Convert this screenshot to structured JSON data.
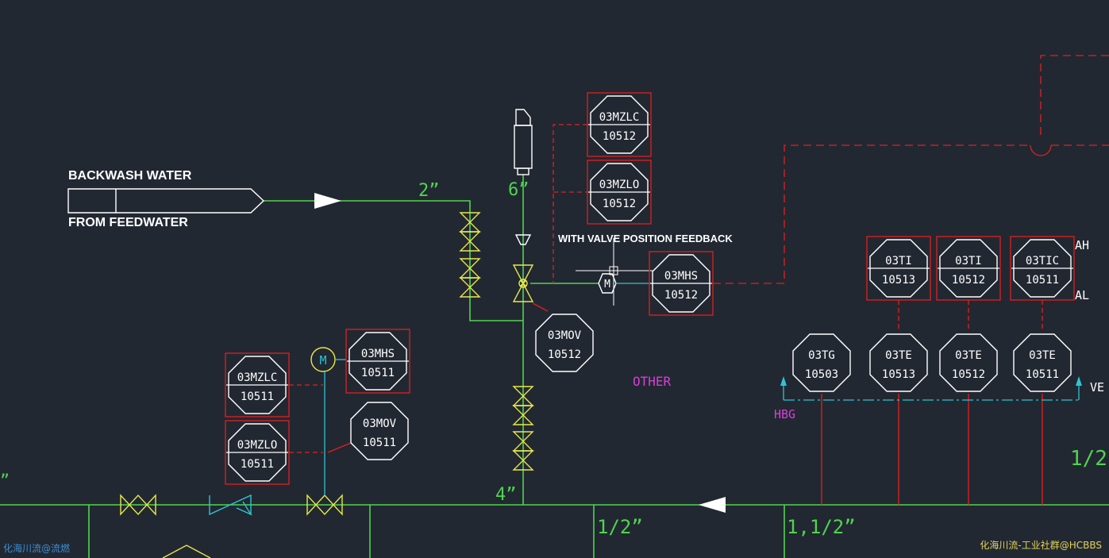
{
  "colors": {
    "background": "#222831",
    "pipe_green": "#4fd44f",
    "line_white": "#ffffff",
    "valve_yellow": "#e8e84a",
    "signal_red": "#e02020",
    "signal_cyan": "#2ec4d6",
    "text_magenta": "#d63fd6",
    "watermark_blue": "#3a8fd6",
    "watermark_yellow": "#e3d35a"
  },
  "source": {
    "line1": "BACKWASH WATER",
    "line2": "FROM FEEDWATER"
  },
  "annotation": "WITH VALVE POSITION FEEDBACK",
  "pipe_sizes": {
    "main_branch": "2”",
    "vent_branch": "6”",
    "drop_line": "4”",
    "tap_a": "1/2”",
    "tap_b": "1,1/2”",
    "right_edge": "1/2”",
    "left_edge": "”"
  },
  "motor_label": "M",
  "instruments": {
    "mzlc_10512": {
      "tag": "03MZLC",
      "num": "10512"
    },
    "mzlo_10512": {
      "tag": "03MZLO",
      "num": "10512"
    },
    "mhs_10512": {
      "tag": "03MHS",
      "num": "10512"
    },
    "mov_10512": {
      "tag": "03MOV",
      "num": "10512"
    },
    "mhs_10511": {
      "tag": "03MHS",
      "num": "10511"
    },
    "mzlc_10511": {
      "tag": "03MZLC",
      "num": "10511"
    },
    "mzlo_10511": {
      "tag": "03MZLO",
      "num": "10511"
    },
    "mov_10511": {
      "tag": "03MOV",
      "num": "10511"
    },
    "tg_10503": {
      "tag": "03TG",
      "num": "10503"
    },
    "te_10513": {
      "tag": "03TE",
      "num": "10513"
    },
    "te_10512": {
      "tag": "03TE",
      "num": "10512"
    },
    "te_10511": {
      "tag": "03TE",
      "num": "10511"
    },
    "ti_10513": {
      "tag": "03TI",
      "num": "10513"
    },
    "ti_10512": {
      "tag": "03TI",
      "num": "10512"
    },
    "tic_10511": {
      "tag": "03TIC",
      "num": "10511"
    }
  },
  "alarms": {
    "high": "AH",
    "low": "AL"
  },
  "labels": {
    "other": "OTHER",
    "hbg": "HBG",
    "ve": "VE"
  },
  "watermarks": {
    "left": "化海川流@流燃",
    "right": "化海川流-工业社群@HCBBS"
  }
}
